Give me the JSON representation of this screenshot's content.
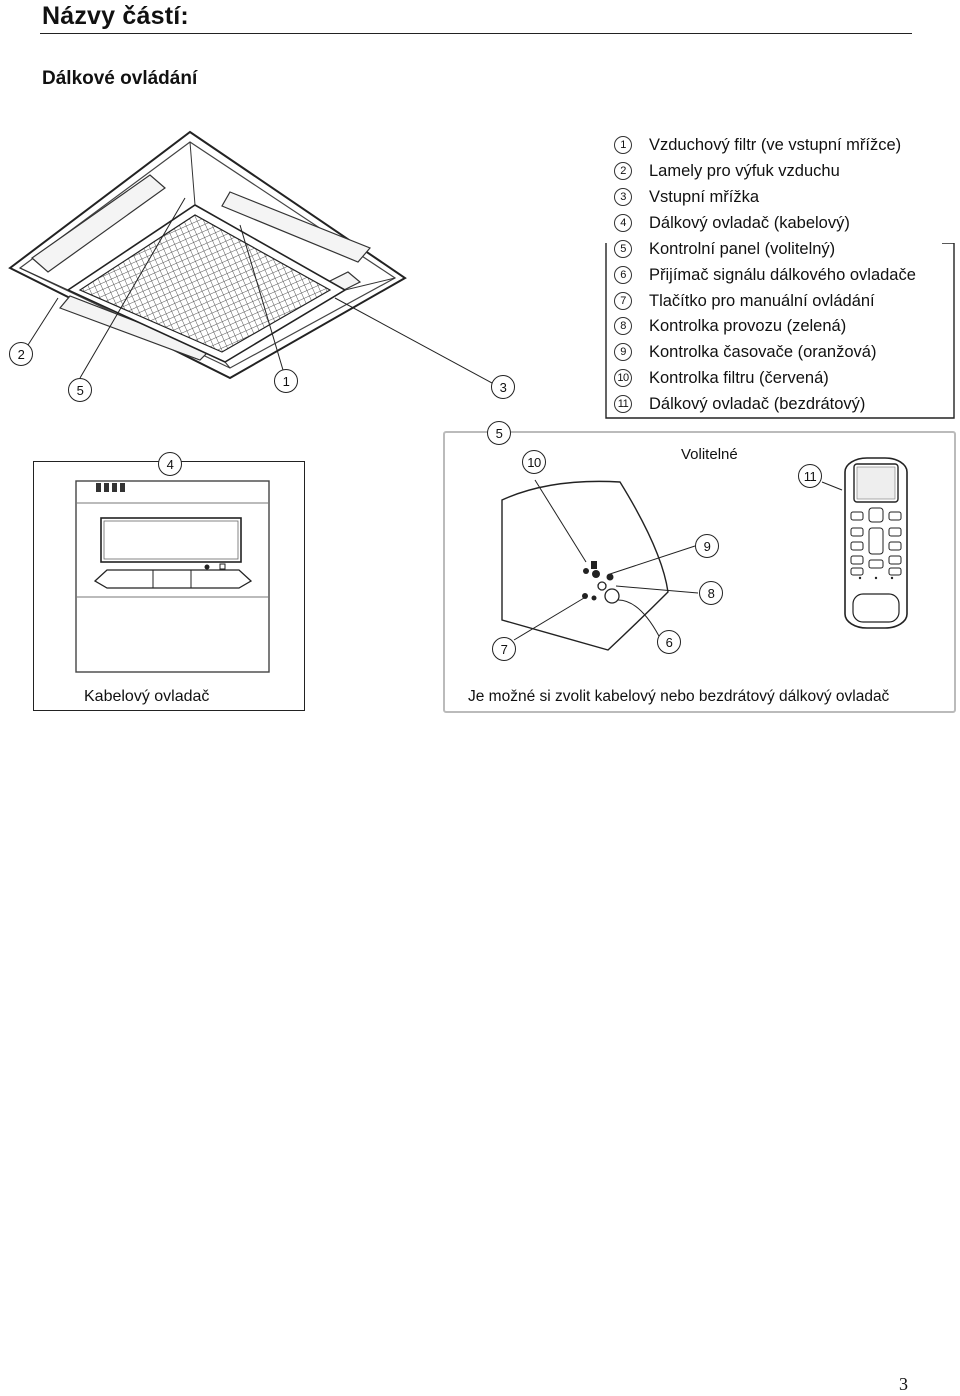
{
  "page": {
    "heading": "Názvy částí:",
    "subheading": "Dálkové ovládání",
    "page_number": "3"
  },
  "legend": [
    {
      "num": "1",
      "label": "Vzduchový filtr (ve vstupní mřížce)"
    },
    {
      "num": "2",
      "label": "Lamely pro výfuk vzduchu"
    },
    {
      "num": "3",
      "label": "Vstupní mřížka"
    },
    {
      "num": "4",
      "label": "Dálkový ovladač (kabelový)"
    },
    {
      "num": "5",
      "label": "Kontrolní panel (volitelný)"
    },
    {
      "num": "6",
      "label": "Přijímač signálu dálkového ovladače"
    },
    {
      "num": "7",
      "label": "Tlačítko pro manuální ovládání"
    },
    {
      "num": "8",
      "label": "Kontrolka provozu (zelená)"
    },
    {
      "num": "9",
      "label": "Kontrolka časovače (oranžová)"
    },
    {
      "num": "10",
      "label": "Kontrolka filtru (červená)"
    },
    {
      "num": "11",
      "label": "Dálkový ovladač (bezdrátový)"
    }
  ],
  "callouts": {
    "c1": "1",
    "c2": "2",
    "c3": "3",
    "c4": "4",
    "c5": "5",
    "c6": "6",
    "c7": "7",
    "c8": "8",
    "c9": "9",
    "c10": "10",
    "c11": "11"
  },
  "panels": {
    "optional_label": "Volitelné",
    "wired_caption": "Kabelový ovladač",
    "choice_caption": "Je možné si zvolit kabelový nebo bezdrátový dálkový ovladač"
  }
}
